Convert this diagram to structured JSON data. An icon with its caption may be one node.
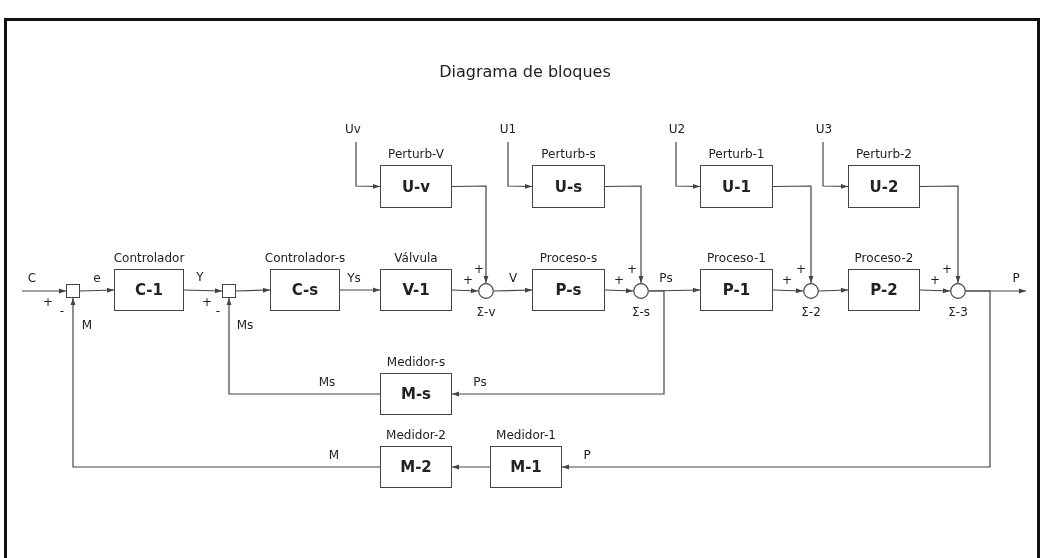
{
  "diagram": {
    "title": "Diagrama de bloques",
    "nodes": [
      {
        "text": [],
        "shape": "box"
      },
      {
        "text": [
          "Controlador",
          "C-1"
        ]
      },
      {
        "text": [],
        "shape": "box"
      },
      {
        "text": [
          "Controlador-s",
          "C-s"
        ]
      },
      {
        "text": [
          "Perturb-V",
          "U-v"
        ]
      },
      {
        "text": [
          "Válvula",
          "V-1"
        ]
      },
      {
        "text": [],
        "shape": "circle",
        "beside": [
          "Σ-v"
        ]
      },
      {
        "text": [
          "Perturb-s",
          "U-s"
        ]
      },
      {
        "text": [
          "Proceso-s",
          "P-s"
        ]
      },
      {
        "text": [],
        "shape": "circle",
        "beside": [
          "Σ-s"
        ]
      },
      {
        "text": [
          "Perturb-1",
          "U-1"
        ]
      },
      {
        "text": [
          "Proceso-1",
          "P-1"
        ]
      },
      {
        "text": [],
        "shape": "circle",
        "beside": [
          "Σ-2"
        ]
      },
      {
        "text": [
          "Perturb-2",
          "U-2"
        ]
      },
      {
        "text": [
          "Proceso-2",
          "P-2"
        ]
      },
      {
        "text": [],
        "shape": "circle",
        "beside": [
          "Σ-3"
        ]
      },
      {
        "text": [
          "Medidor-s",
          "M-s"
        ]
      },
      {
        "text": [
          "Medidor-2",
          "M-2"
        ]
      },
      {
        "text": [
          "Medidor-1",
          "M-1"
        ]
      }
    ],
    "edges": [
      {
        "from": null,
        "to": 0,
        "arrow": "to",
        "label": "C"
      },
      {
        "from": 0,
        "to": 1,
        "arrow": "to",
        "label": "e"
      },
      {
        "from": 1,
        "to": 2,
        "arrow": "to",
        "label": "Y"
      },
      {
        "from": 2,
        "to": 3,
        "arrow": "to"
      },
      {
        "from": 3,
        "to": 5,
        "arrow": "to",
        "label": "Ys"
      },
      {
        "from": null,
        "to": 4,
        "arrow": "to",
        "label": "Uv"
      },
      {
        "from": 4,
        "to": 6,
        "arrow": "to"
      },
      {
        "from": 5,
        "to": 6,
        "arrow": "to"
      },
      {
        "from": 6,
        "to": 8,
        "arrow": "to",
        "label": "V"
      },
      {
        "from": null,
        "to": 7,
        "arrow": "to",
        "label": "U1"
      },
      {
        "from": 7,
        "to": 9,
        "arrow": "to"
      },
      {
        "from": 8,
        "to": 9,
        "arrow": "to"
      },
      {
        "from": 9,
        "to": 11,
        "arrow": "to",
        "label": "Ps"
      },
      {
        "from": null,
        "to": 10,
        "arrow": "to",
        "label": "U2"
      },
      {
        "from": 10,
        "to": 12,
        "arrow": "to"
      },
      {
        "from": 11,
        "to": 12,
        "arrow": "to"
      },
      {
        "from": 12,
        "to": 14,
        "arrow": "to"
      },
      {
        "from": null,
        "to": 13,
        "arrow": "to",
        "label": "U3"
      },
      {
        "from": 13,
        "to": 15,
        "arrow": "to"
      },
      {
        "from": 14,
        "to": 15,
        "arrow": "to"
      },
      {
        "from": 15,
        "to": null,
        "arrow": "to",
        "label": "P"
      },
      {
        "from": 15,
        "to": 18,
        "arrow": "to",
        "label": "P"
      },
      {
        "from": 18,
        "to": 17,
        "arrow": "to"
      },
      {
        "from": 17,
        "to": 0,
        "arrow": "to",
        "label": "M"
      },
      {
        "from": 9,
        "to": 16,
        "arrow": "to",
        "label": "Ps"
      },
      {
        "from": 16,
        "to": 2,
        "arrow": "to",
        "label": "Ms"
      }
    ],
    "labels": [
      "+",
      "+",
      "+",
      "+",
      "+",
      "+",
      "+",
      "+",
      "+",
      "-",
      "M",
      "+",
      "-",
      "Ms"
    ]
  }
}
